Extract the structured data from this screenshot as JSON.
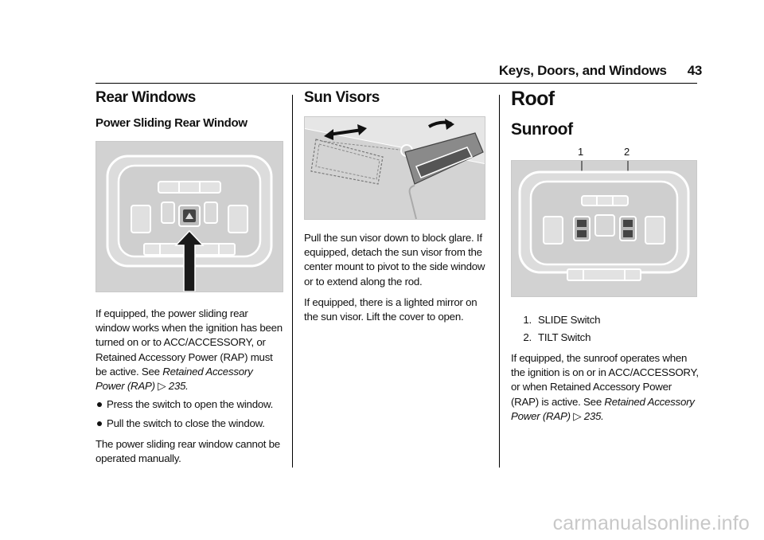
{
  "header": {
    "section": "Keys, Doors, and Windows",
    "page": "43"
  },
  "rear_windows": {
    "title": "Rear Windows",
    "subtitle": "Power Sliding Rear Window",
    "para1": "If equipped, the power sliding rear window works when the ignition has been turned on or to ACC/ACCESSORY, or Retained Accessory Power (RAP) must be active. See ",
    "para1_ref": "Retained Accessory Power (RAP)",
    "para1_page": "235",
    "bullets": [
      "Press the switch to open the window.",
      "Pull the switch to close the window."
    ],
    "para2": "The power sliding rear window cannot be operated manually."
  },
  "sun_visors": {
    "title": "Sun Visors",
    "para1": "Pull the sun visor down to block glare. If equipped, detach the sun visor from the center mount to pivot to the side window or to extend along the rod.",
    "para2": "If equipped, there is a lighted mirror on the sun visor. Lift the cover to open."
  },
  "roof": {
    "title": "Roof",
    "subtitle": "Sunroof",
    "callouts": [
      "1",
      "2"
    ],
    "items": [
      {
        "n": "1.",
        "label": "SLIDE Switch"
      },
      {
        "n": "2.",
        "label": "TILT Switch"
      }
    ],
    "para1": "If equipped, the sunroof operates when the ignition is on or in ACC/ACCESSORY, or when Retained Accessory Power (RAP) is active. See ",
    "para1_ref": "Retained Accessory Power (RAP)",
    "para1_page": "235"
  },
  "page_ref_icon": "arrow-reference-icon",
  "watermark": "carmanualsonline.info"
}
